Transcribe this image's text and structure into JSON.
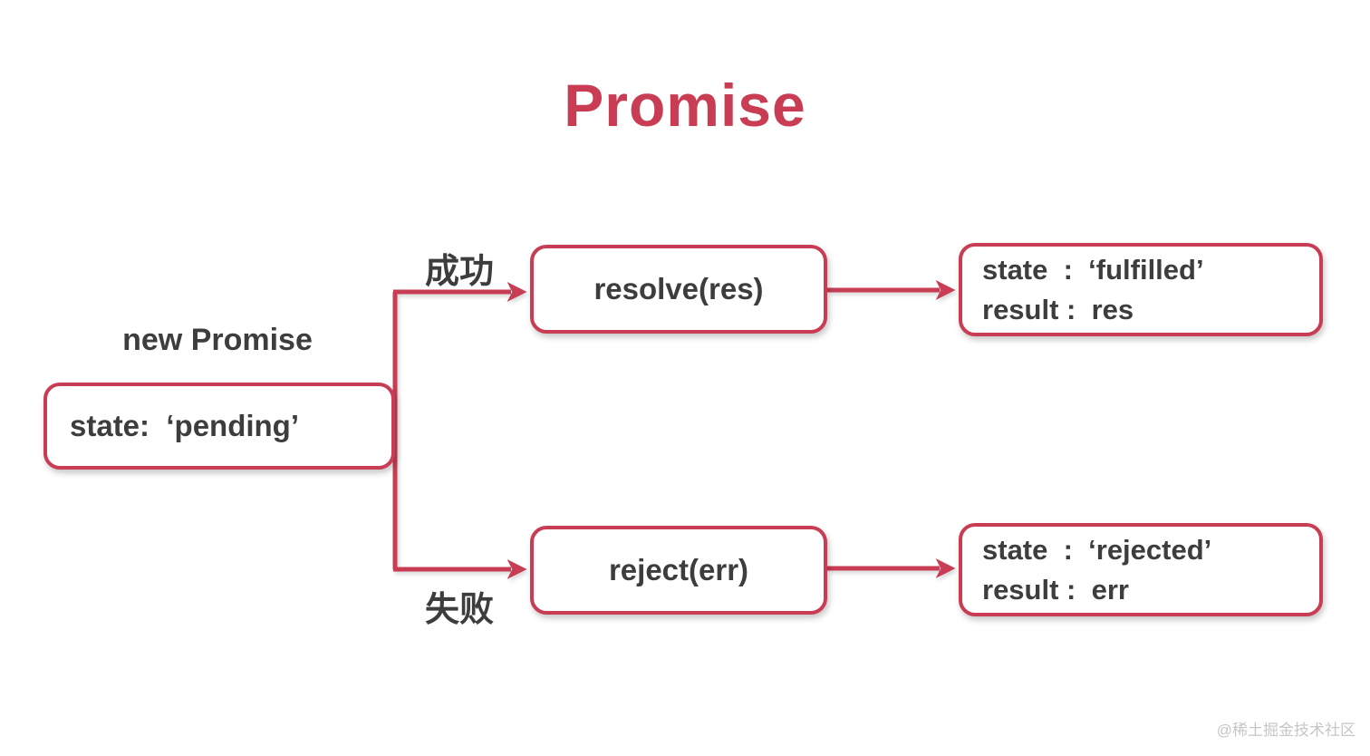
{
  "title": "Promise",
  "colors": {
    "accent": "#c83d53",
    "text": "#3d3d3d",
    "watermark": "#c6c6c6"
  },
  "diagram": {
    "pending": {
      "label_above": "new Promise",
      "text": "state:  ‘pending’"
    },
    "branches": {
      "success_label": "成功",
      "failure_label": "失败"
    },
    "resolve": {
      "text": "resolve(res)"
    },
    "reject": {
      "text": "reject(err)"
    },
    "fulfilled": {
      "line1": "state  :  ‘fulfilled’",
      "line2": "result :  res"
    },
    "rejected": {
      "line1": "state  :  ‘rejected’",
      "line2": "result :  err"
    }
  },
  "watermark": "@稀土掘金技术社区"
}
